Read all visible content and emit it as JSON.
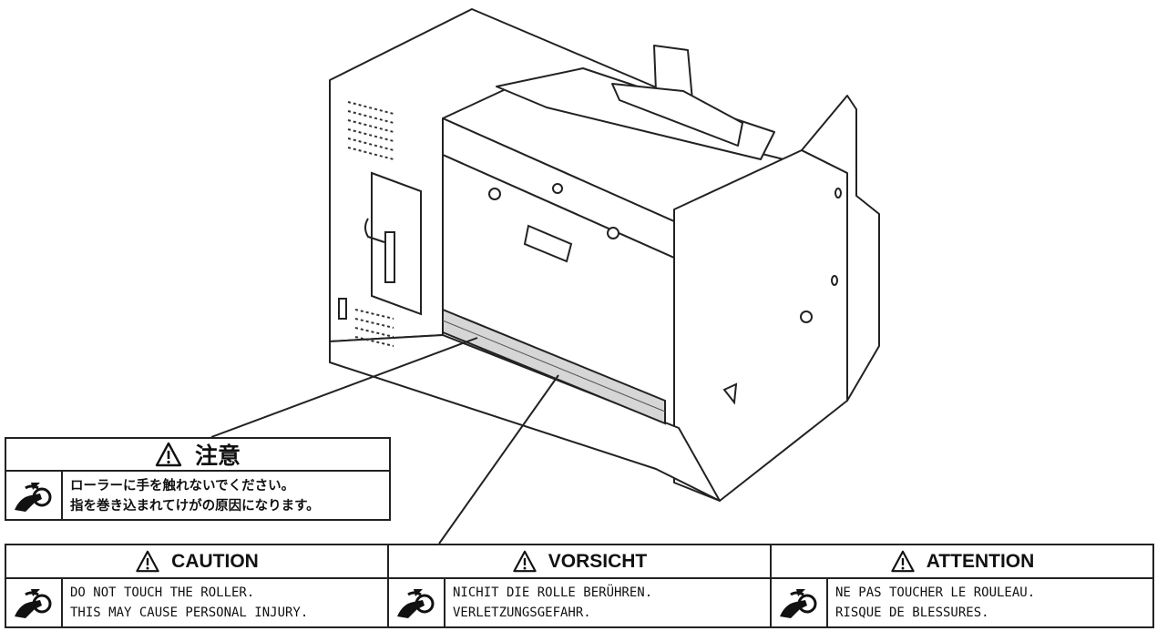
{
  "labels": {
    "jp": {
      "heading": "注意",
      "line1": "ローラーに手を触れないでください。",
      "line2": "指を巻き込まれてけがの原因になります。"
    },
    "en": {
      "heading": "CAUTION",
      "line1": "DO NOT TOUCH THE ROLLER.",
      "line2": "THIS MAY CAUSE PERSONAL  INJURY."
    },
    "de": {
      "heading": "VORSICHT",
      "line1": "NICHIT DIE ROLLE BERÜHREN.",
      "line2": "VERLETZUNGSGEFAHR."
    },
    "fr": {
      "heading": "ATTENTION",
      "line1": "NE PAS TOUCHER LE ROULEAU.",
      "line2": "RISQUE DE BLESSURES."
    }
  },
  "icons": {
    "warning": "warning-triangle-icon",
    "hazard": "hand-roller-pinch-icon"
  }
}
